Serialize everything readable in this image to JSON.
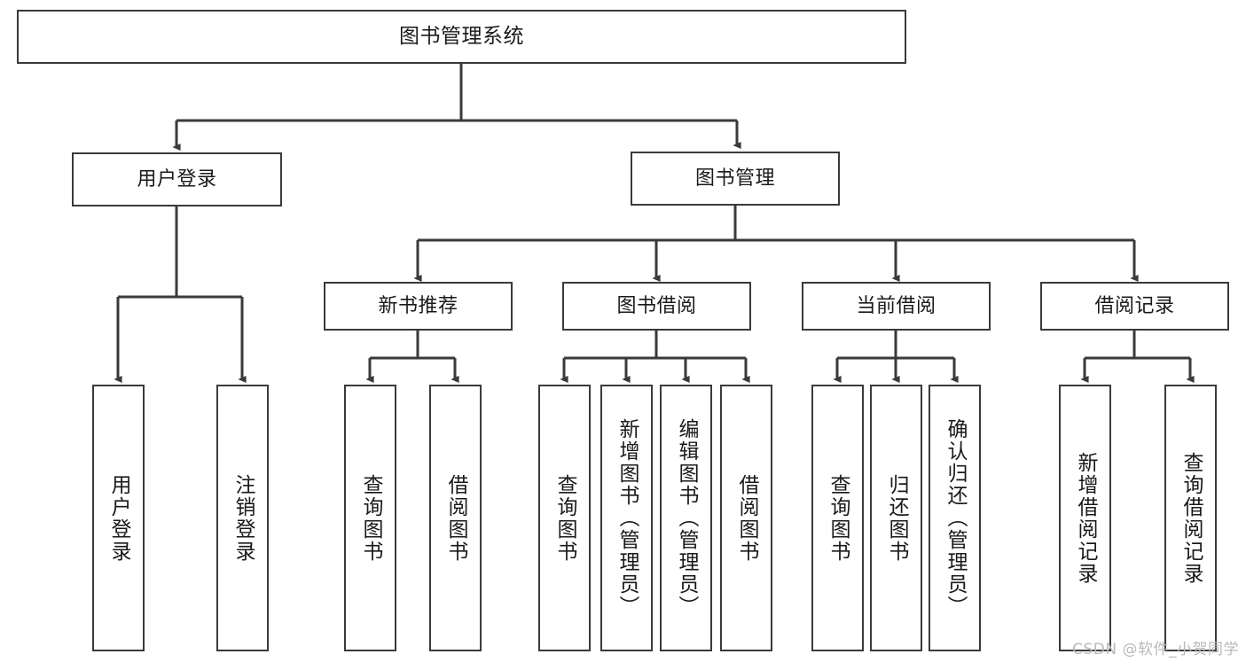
{
  "diagram": {
    "type": "tree",
    "title": "图书管理系统",
    "watermark": "CSDN @软件_小贺同学",
    "colors": {
      "node_border": "#3a3a3a",
      "node_fill": "#ffffff",
      "edge": "#3a3a3a",
      "text": "#1a1a1a",
      "watermark": "#b9b9b9",
      "background": "#ffffff"
    },
    "nodes": {
      "root": {
        "label": "图书管理系统"
      },
      "level1": [
        {
          "id": "user-login",
          "label": "用户登录"
        },
        {
          "id": "book-manage",
          "label": "图书管理"
        }
      ],
      "level2": [
        {
          "id": "new-book-recommend",
          "label": "新书推荐"
        },
        {
          "id": "book-borrow",
          "label": "图书借阅"
        },
        {
          "id": "current-borrow",
          "label": "当前借阅"
        },
        {
          "id": "borrow-record",
          "label": "借阅记录"
        }
      ],
      "leaves": {
        "user-login": [
          {
            "id": "leaf-user-login",
            "label": "用户登录"
          },
          {
            "id": "leaf-user-logout",
            "label": "注销登录"
          }
        ],
        "new-book-recommend": [
          {
            "id": "leaf-query-book-1",
            "label": "查询图书"
          },
          {
            "id": "leaf-borrow-book-1",
            "label": "借阅图书"
          }
        ],
        "book-borrow": [
          {
            "id": "leaf-query-book-2",
            "label": "查询图书"
          },
          {
            "id": "leaf-add-book",
            "label": "新增图书（管理员）"
          },
          {
            "id": "leaf-edit-book",
            "label": "编辑图书（管理员）"
          },
          {
            "id": "leaf-borrow-book-2",
            "label": "借阅图书"
          }
        ],
        "current-borrow": [
          {
            "id": "leaf-query-book-3",
            "label": "查询图书"
          },
          {
            "id": "leaf-return-book",
            "label": "归还图书"
          },
          {
            "id": "leaf-confirm-return",
            "label": "确认归还（管理员）"
          }
        ],
        "borrow-record": [
          {
            "id": "leaf-add-record",
            "label": "新增借阅记录"
          },
          {
            "id": "leaf-query-record",
            "label": "查询借阅记录"
          }
        ]
      }
    }
  }
}
